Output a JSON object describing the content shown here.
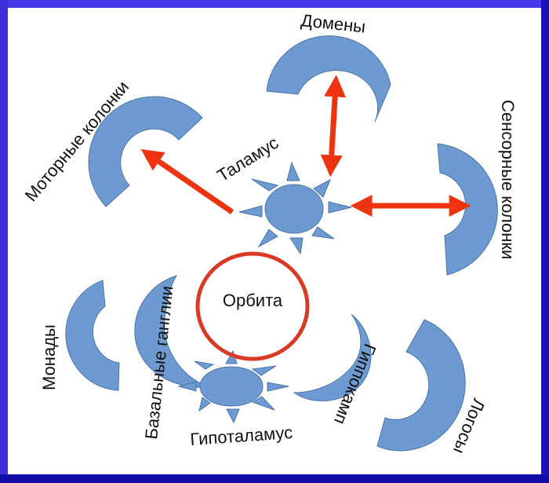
{
  "colors": {
    "shape_fill": "#6d9bd1",
    "shape_stroke": "#4a74a8",
    "arrow": "#ee3311",
    "orbit_ring": "#d93a26",
    "frame": "#3a2fd9",
    "text": "#111111"
  },
  "labels": {
    "domains": "Домены",
    "motor_columns": "Моторные колонки",
    "thalamus": "Таламус",
    "sensory_columns": "Сенсорные колонки",
    "orbit": "Орбита",
    "basal_ganglia": "Базальные ганглии",
    "monads": "Монады",
    "hypothalamus": "Гипоталамус",
    "hippocampus": "Гиппокамп",
    "logos": "Логосы"
  },
  "nodes": [
    {
      "id": "thalamus",
      "shape": "sun",
      "label_key": "thalamus"
    },
    {
      "id": "hypothalamus",
      "shape": "sun",
      "label_key": "hypothalamus"
    },
    {
      "id": "orbit",
      "shape": "ring",
      "label_key": "orbit"
    },
    {
      "id": "domains",
      "shape": "block-arc",
      "label_key": "domains"
    },
    {
      "id": "motor_columns",
      "shape": "block-arc",
      "label_key": "motor_columns"
    },
    {
      "id": "sensory_columns",
      "shape": "block-arc",
      "label_key": "sensory_columns"
    },
    {
      "id": "monads",
      "shape": "block-arc",
      "label_key": "monads"
    },
    {
      "id": "logos",
      "shape": "block-arc",
      "label_key": "logos"
    },
    {
      "id": "basal_ganglia",
      "shape": "crescent",
      "label_key": "basal_ganglia"
    },
    {
      "id": "hippocampus",
      "shape": "crescent",
      "label_key": "hippocampus"
    }
  ],
  "edges": [
    {
      "from": "thalamus",
      "to": "motor_columns",
      "type": "single-arrow"
    },
    {
      "from": "thalamus",
      "to": "domains",
      "type": "double-arrow"
    },
    {
      "from": "thalamus",
      "to": "sensory_columns",
      "type": "double-arrow"
    }
  ]
}
